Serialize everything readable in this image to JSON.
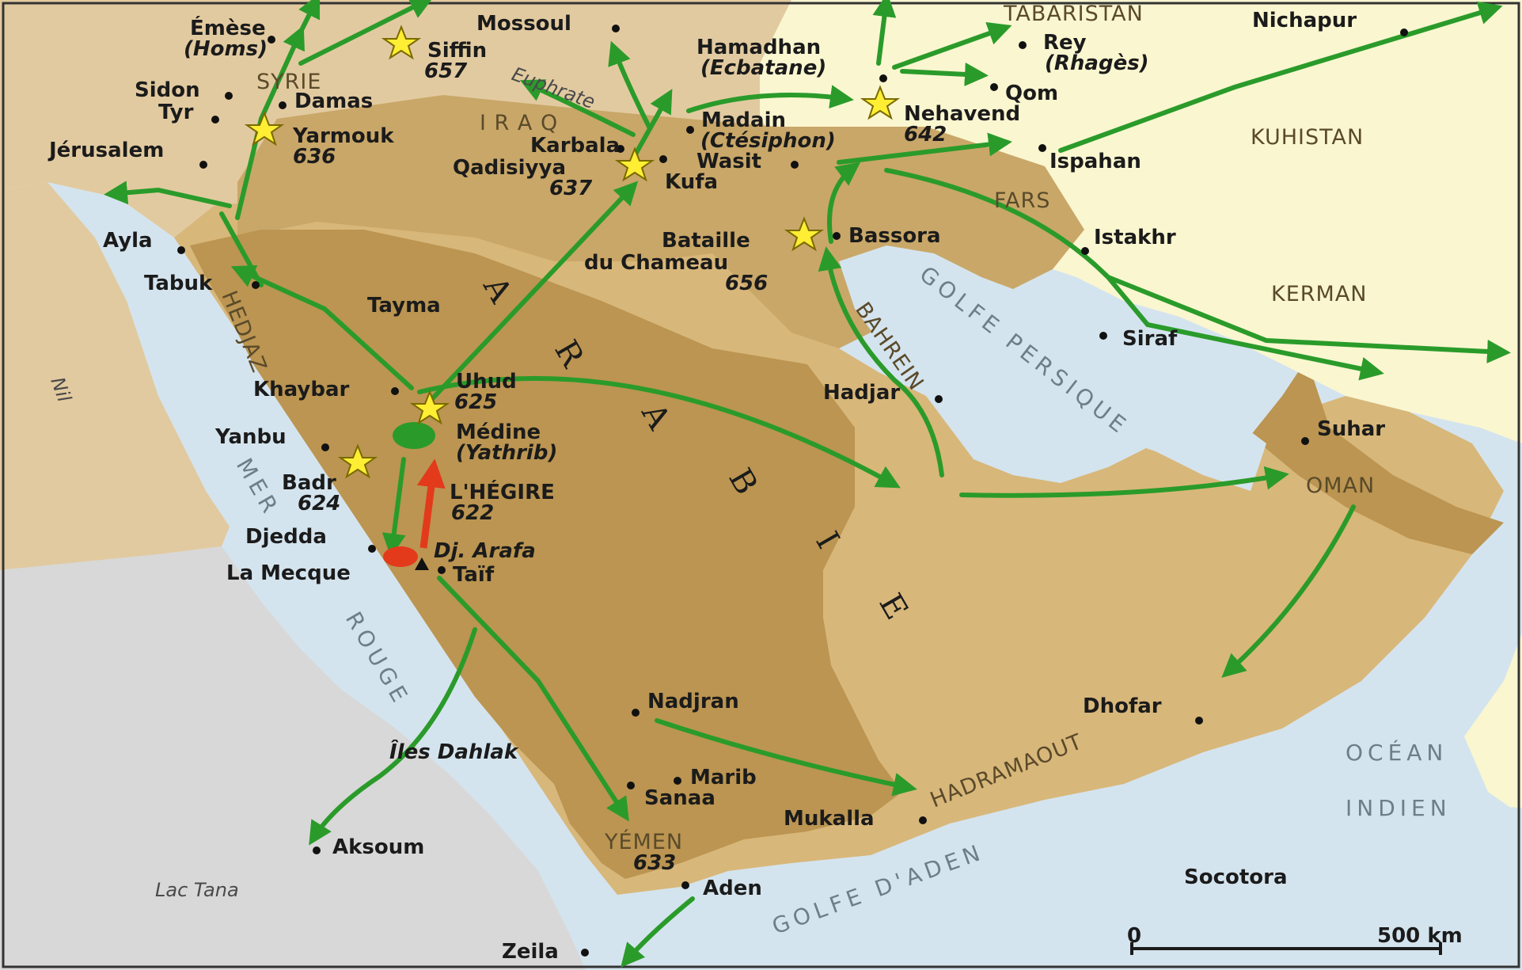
{
  "colors": {
    "sea": "#d4e4ee",
    "land_beige": "#e2caa0",
    "land_yellow": "#faf6d0",
    "land_grey": "#d8d8d8",
    "conquest_late": "#d8b77a",
    "conquest_mid": "#c9a768",
    "conquest_core": "#bb9551",
    "arrow_green": "#2a9b2a",
    "hegira_red": "#e33a1c",
    "star_yellow": "#ffee33"
  },
  "places": {
    "emese": "Émèse",
    "homs": "(Homs)",
    "siffin": "Siffin",
    "siffin_date": "657",
    "mossoul": "Mossoul",
    "tabaristan": "TABARISTAN",
    "nichapur": "Nichapur",
    "hamadhan": "Hamadhan",
    "ecbatane": "(Ecbatane)",
    "rey": "Rey",
    "rhages": "(Rhagès)",
    "syrie": "SYRIE",
    "sidon": "Sidon",
    "damas": "Damas",
    "tyr": "Tyr",
    "euphrate": "Euphrate",
    "qom": "Qom",
    "nehavend": "Nehavend",
    "nehavend_date": "642",
    "yarmouk": "Yarmouk",
    "yarmouk_date": "636",
    "iraq": "I R A Q",
    "madain": "Madain",
    "ctesiphon": "(Ctésiphon)",
    "kuhistan": "KUHISTAN",
    "jerusalem": "Jérusalem",
    "karbala": "Karbala",
    "wasit": "Wasit",
    "ispahan": "Ispahan",
    "qadisiyya": "Qadisiyya",
    "qadisiyya_date": "637",
    "kufa": "Kufa",
    "fars": "FARS",
    "ayla": "Ayla",
    "bataille": "Bataille",
    "du_chameau": "du Chameau",
    "chameau_date": "656",
    "bassora": "Bassora",
    "istakhr": "Istakhr",
    "tabuk": "Tabuk",
    "tayma": "Tayma",
    "kerman": "KERMAN",
    "siraf": "Siraf",
    "hedjaz": "HEDJAZ",
    "bahrein": "BAHREIN",
    "nil": "Nil",
    "khaybar": "Khaybar",
    "uhud": "Uhud",
    "uhud_date": "625",
    "hadjar": "Hadjar",
    "yanbu": "Yanbu",
    "medine": "Médine",
    "yathrib": "(Yathrib)",
    "suhar": "Suhar",
    "badr": "Badr",
    "badr_date": "624",
    "hegire": "L'HÉGIRE",
    "hegire_date": "622",
    "oman": "OMAN",
    "djedda": "Djedda",
    "arafa": "Dj. Arafa",
    "la_mecque": "La Mecque",
    "taif": "Taïf",
    "nadjran": "Nadjran",
    "dhofar": "Dhofar",
    "iles_dahlak": "Îles Dahlak",
    "marib": "Marib",
    "sanaa": "Sanaa",
    "mukalla": "Mukalla",
    "hadramaout": "HADRAMAOUT",
    "aksoum": "Aksoum",
    "yemen": "YÉMEN",
    "yemen_date": "633",
    "aden": "Aden",
    "socotora": "Socotora",
    "lac_tana": "Lac Tana",
    "zeila": "Zeila"
  },
  "arabie": [
    "A",
    "R",
    "A",
    "B",
    "I",
    "E"
  ],
  "seas": {
    "golfe_persique": "GOLFE PERSIQUE",
    "mer": "MER",
    "rouge": "ROUGE",
    "golfe_aden": "GOLFE D'ADEN",
    "ocean": "OCÉAN",
    "indien": "INDIEN"
  },
  "scale": {
    "zero": "0",
    "distance": "500 km"
  }
}
